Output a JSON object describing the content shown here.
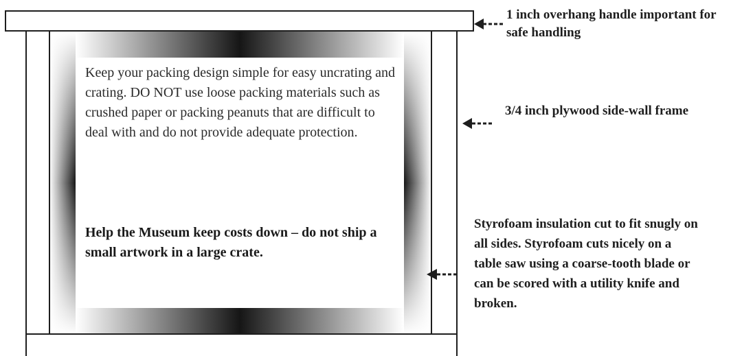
{
  "interior_text": {
    "paragraph": "Keep your packing design simple for easy uncrating and crating. DO NOT use loose packing materials such as crushed paper or packing peanuts that are difficult to deal with and do not provide adequate protection.",
    "emphasis": "Help the Museum keep costs down – do not ship a small artwork in a large crate."
  },
  "callouts": {
    "handle": "1 inch overhang handle important for safe handling",
    "side_wall": "3/4 inch plywood side-wall frame",
    "styrofoam": "Styrofoam insulation cut to fit snugly on all sides. Styrofoam cuts nicely on a table saw using a coarse-tooth blade or can be scored with a utility knife and broken."
  },
  "colors": {
    "outline": "#1e1e1e",
    "foam_dark": "#161616",
    "foam_light": "#ffffff"
  }
}
